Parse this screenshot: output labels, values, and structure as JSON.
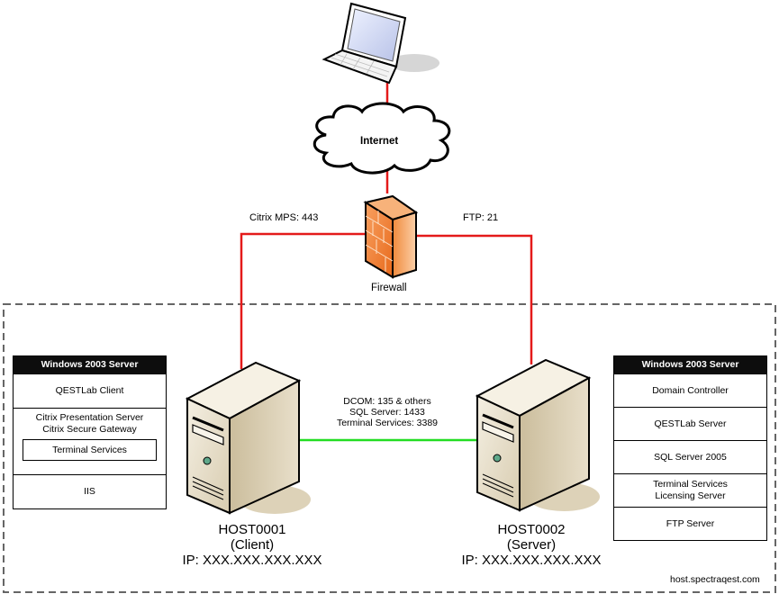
{
  "diagram": {
    "internet_label": "Internet",
    "firewall_label": "Firewall",
    "links": {
      "left_link_label": "Citrix MPS: 443",
      "right_link_label": "FTP: 21",
      "lan_link_lines": [
        "DCOM: 135 & others",
        "SQL Server: 1433",
        "Terminal Services: 3389"
      ]
    },
    "colors": {
      "wan_link": "#e41a1a",
      "lan_link": "#22dd22",
      "firewall": "#f07a2a",
      "server_body": "#e6dcc6"
    },
    "hosts": [
      {
        "name": "HOST0001",
        "role": "(Client)",
        "ip": "IP: XXX.XXX.XXX.XXX"
      },
      {
        "name": "HOST0002",
        "role": "(Server)",
        "ip": "IP: XXX.XXX.XXX.XXX"
      }
    ],
    "left_stack": {
      "header": "Windows 2003 Server",
      "rows": [
        {
          "lines": [
            "QESTLab Client"
          ]
        },
        {
          "lines": [
            "Citrix Presentation Server",
            "Citrix Secure Gateway"
          ],
          "inner": "Terminal Services"
        },
        {
          "lines": [
            "IIS"
          ]
        }
      ]
    },
    "right_stack": {
      "header": "Windows 2003 Server",
      "rows": [
        {
          "lines": [
            "Domain Controller"
          ]
        },
        {
          "lines": [
            "QESTLab Server"
          ]
        },
        {
          "lines": [
            "SQL Server 2005"
          ]
        },
        {
          "lines": [
            "Terminal Services",
            "Licensing Server"
          ]
        },
        {
          "lines": [
            "FTP Server"
          ]
        }
      ]
    },
    "domain_label": "host.spectraqest.com"
  }
}
